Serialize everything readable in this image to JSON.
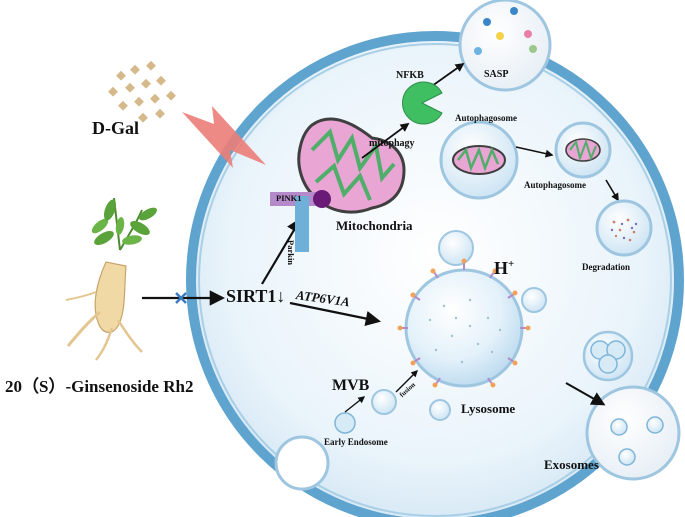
{
  "labels": {
    "dgal": "D-Gal",
    "ginsenoside": "20（S）-Ginsenoside Rh2",
    "sirt1": "SIRT1↓",
    "atp6v1a": "ATP6V1A",
    "pink1": "PINK1",
    "parkin": "Parkin",
    "mitochondria": "Mitochondria",
    "mitophagy": "mitophagy",
    "nfkb": "NFKB",
    "sasp": "SASP",
    "autophagosome_top": "Autophagosome",
    "autophagosome_mid": "Autophagosome",
    "degradation": "Degradation",
    "h_plus": "H",
    "h_plus_sup": "+",
    "mvb": "MVB",
    "fusion": "fusion",
    "early_endosome": "Early Endosome",
    "lysosome": "Lysosome",
    "exosomes": "Exosomes"
  },
  "colors": {
    "cell_membrane": "#5fa4cf",
    "cytoplasm": "#e4f1f9",
    "mitochondria_fill": "#e9a5d3",
    "mitochondria_outline": "#3f3f3f",
    "mitochondria_cristae": "#4fae6a",
    "nfkb": "#3fbf62",
    "pink1": "#b58acb",
    "parkin": "#6fb0d8",
    "parkin_ball": "#6a1b78",
    "arrow": "#111111",
    "lightning": "#ec7d78",
    "dgal_particles": "#d6b98a",
    "blocked_marker": "#3a7bbf"
  },
  "icons": [
    "ginseng-plant-icon",
    "d-gal-powder-icon",
    "lightning-icon",
    "nfkb-pacman-icon",
    "lysosome-icon",
    "exosome-icon"
  ]
}
